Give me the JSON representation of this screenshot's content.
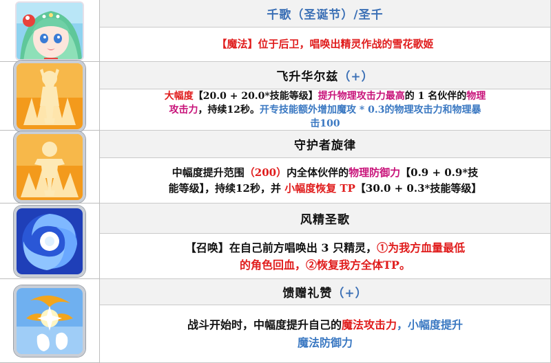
{
  "header": {
    "character_name": "千歌（圣诞节）/圣千",
    "role_text": "【魔法】位于后卫，唱唤出精灵作战的雪花歌姬"
  },
  "skills": [
    {
      "name": "飞升华尔兹",
      "plus": "（+）",
      "icon": "ascend-figure-icon",
      "line1": {
        "a": "大幅度",
        "b": "【20.0 + 20.0*技能等级】",
        "c": "提升物理攻击力最高",
        "d": "的 1 名伙伴的",
        "e": "物理"
      },
      "line2": {
        "a": "攻击力",
        "b": "，持续12秒。",
        "c": "开专技能额外增加魔攻 * 0.3的物理攻击力和物理暴"
      },
      "line3": {
        "a": "击100"
      }
    },
    {
      "name": "守护者旋律",
      "plus": "",
      "icon": "guardian-figure-icon",
      "line1": {
        "a": "中幅度提升范围",
        "b": "（200）",
        "c": "内全体伙伴的",
        "d": "物理防御力",
        "e": "【0.9 + 0.9*技"
      },
      "line2": {
        "a": "能等级】，持续12秒，并 ",
        "b": "小幅度恢复 TP",
        "c": "【30.0 + 0.3*技能等级】"
      }
    },
    {
      "name": "风精圣歌",
      "plus": "",
      "icon": "wind-vortex-icon",
      "line1": {
        "a": "【召唤】在自己前方唱唤出 3 只精灵，",
        "b": "①为我方血量最低"
      },
      "line2": {
        "a": "的角色回血，②恢复我方全体TP。"
      }
    },
    {
      "name": "馈赠礼赞",
      "plus": "（+）",
      "icon": "gift-star-icon",
      "line1": {
        "a": "战斗开始时，中幅度提升自己的",
        "b": "魔法攻击力",
        "c": "，",
        "d": "小幅度提升"
      },
      "line2": {
        "a": "魔法防御力"
      }
    }
  ],
  "colors": {
    "title_blue": "#3a6fb5",
    "red": "#e01c1c",
    "magenta": "#c8137a",
    "blue": "#3a78c2",
    "header_bg": "#f2f2f2"
  }
}
